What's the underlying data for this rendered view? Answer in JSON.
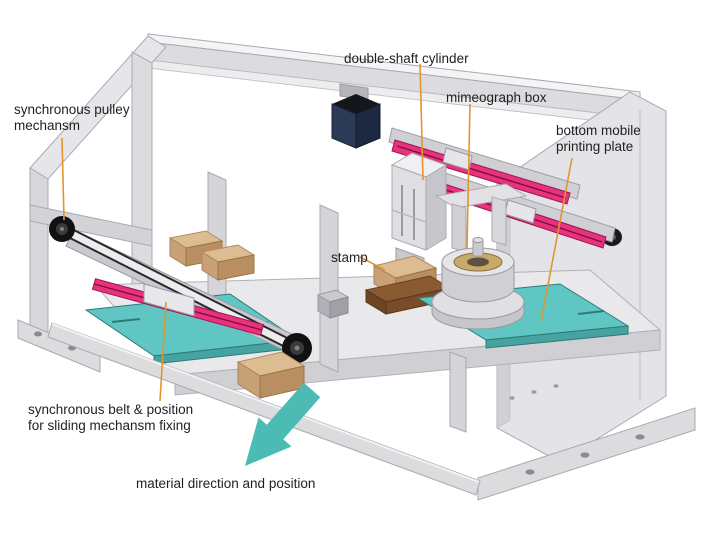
{
  "figure": {
    "type": "3d-cad-assembly-annotated-diagram",
    "callouts": {
      "synchronous_pulley_mechanism": "synchronous pulley\nmechansm",
      "double_shaft_cylinder": "double-shaft cylinder",
      "mimeograph_box": "mimeograph box",
      "bottom_mobile_printing_plate": "bottom mobile\nprinting plate",
      "stamp": "stamp",
      "synchronous_belt_position": "synchronous belt & position\nfor sliding mechansm fixing",
      "material_direction": "material direction and position"
    },
    "colors": {
      "leader_line": "#E2952F",
      "direction_arrow": "#4CBBB4",
      "linear_rail": "#E8327C",
      "printing_plate": "#5FC6C3",
      "frame_light": "#E4E4E8",
      "frame_mid": "#CFCFD4",
      "stamp_wood": "#DDBC92",
      "stamp_pad": "#8A5A33",
      "motor_navy": "#2B3A57",
      "pulley_black": "#111111"
    }
  }
}
